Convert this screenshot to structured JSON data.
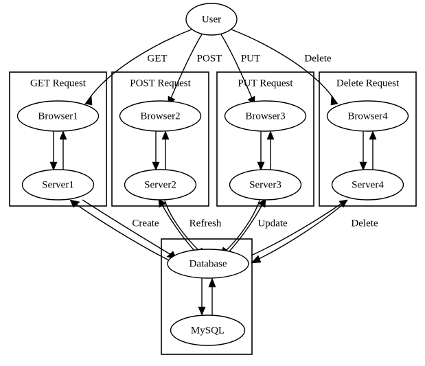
{
  "diagram": {
    "type": "graphviz-flowchart",
    "title": "",
    "background_color": "#ffffff",
    "line_color": "#000000",
    "node_fill": "#ffffff",
    "root_node": {
      "id": "user",
      "label": "User"
    },
    "clusters": [
      {
        "id": "cluster-get",
        "label": "GET Request",
        "nodes": [
          {
            "id": "browser1",
            "label": "Browser1"
          },
          {
            "id": "server1",
            "label": "Server1"
          }
        ]
      },
      {
        "id": "cluster-post",
        "label": "POST Request",
        "nodes": [
          {
            "id": "browser2",
            "label": "Browser2"
          },
          {
            "id": "server2",
            "label": "Server2"
          }
        ]
      },
      {
        "id": "cluster-put",
        "label": "PUT Request",
        "nodes": [
          {
            "id": "browser3",
            "label": "Browser3"
          },
          {
            "id": "server3",
            "label": "Server3"
          }
        ]
      },
      {
        "id": "cluster-delete",
        "label": "Delete Request",
        "nodes": [
          {
            "id": "browser4",
            "label": "Browser4"
          },
          {
            "id": "server4",
            "label": "Server4"
          }
        ]
      },
      {
        "id": "cluster-db",
        "label": "",
        "nodes": [
          {
            "id": "database",
            "label": "Database"
          },
          {
            "id": "mysql",
            "label": "MySQL"
          }
        ]
      }
    ],
    "user_edge_labels": [
      {
        "id": "edge-label-get",
        "label": "GET"
      },
      {
        "id": "edge-label-post",
        "label": "POST"
      },
      {
        "id": "edge-label-put",
        "label": "PUT"
      },
      {
        "id": "edge-label-delete",
        "label": "Delete"
      }
    ],
    "db_edge_labels": [
      {
        "id": "edge-label-create",
        "label": "Create"
      },
      {
        "id": "edge-label-refresh",
        "label": "Refresh"
      },
      {
        "id": "edge-label-update",
        "label": "Update"
      },
      {
        "id": "edge-label-delete-db",
        "label": "Delete"
      }
    ]
  }
}
